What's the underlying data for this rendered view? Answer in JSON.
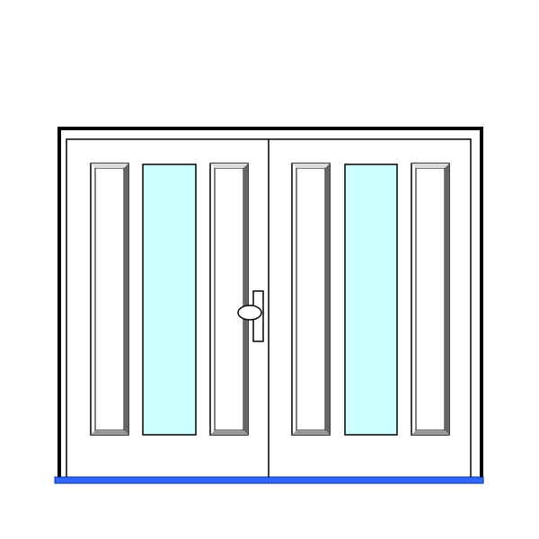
{
  "illustration": {
    "subject": "double-door-with-glass-panels",
    "door_leaves": 2,
    "panels_per_leaf": 3,
    "glass_panels_per_leaf": 1,
    "has_handle": true
  },
  "colors": {
    "background": "#ffffff",
    "frame_outline": "#000000",
    "door_fill": "#ffffff",
    "glass_fill": "#ccffff",
    "panel_bevel_dark": "#555555",
    "panel_bevel_light": "#bbbbbb",
    "threshold_fill": "#3366ff",
    "threshold_outline": "#003399"
  },
  "icons": {
    "handle": "door-handle-icon"
  }
}
